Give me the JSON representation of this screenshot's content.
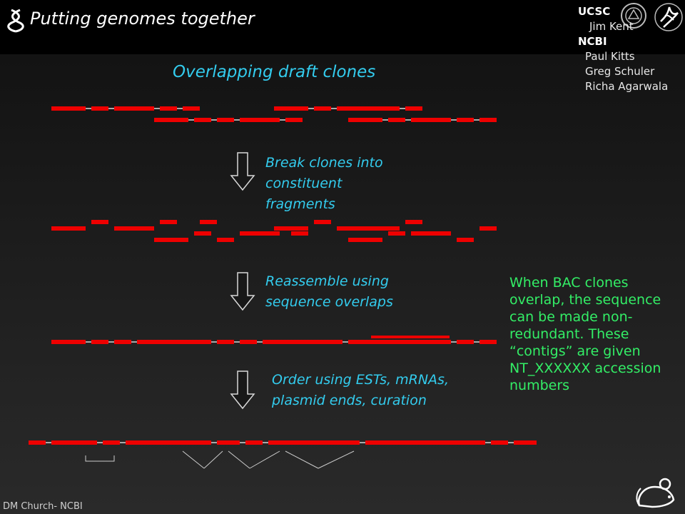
{
  "header": {
    "title": "Putting genomes together",
    "credits": {
      "org1": "UCSC",
      "name1": "Jim Kent",
      "org2": "NCBI",
      "names2": [
        "Paul Kitts",
        "Greg Schuler",
        "Richa Agarwala"
      ]
    }
  },
  "subtitle": "Overlapping draft clones",
  "steps": [
    "Break clones into constituent fragments",
    "Reassemble using sequence overlaps",
    "Order using ESTs, mRNAs, plasmid ends, curation"
  ],
  "note": "When BAC clones overlap, the sequence can be made non-redundant. These “contigs” are given NT_XXXXXX accession numbers",
  "footer": "DM Church- NCBI",
  "colors": {
    "fragment": "#ee0000",
    "gap": "#aaaaaa",
    "step_text": "#33ccee",
    "note_text": "#33ee66"
  },
  "icons": [
    "dna-icon",
    "university-seal-icon",
    "hhs-eagle-icon",
    "down-arrow-icon",
    "mouse-icon"
  ]
}
